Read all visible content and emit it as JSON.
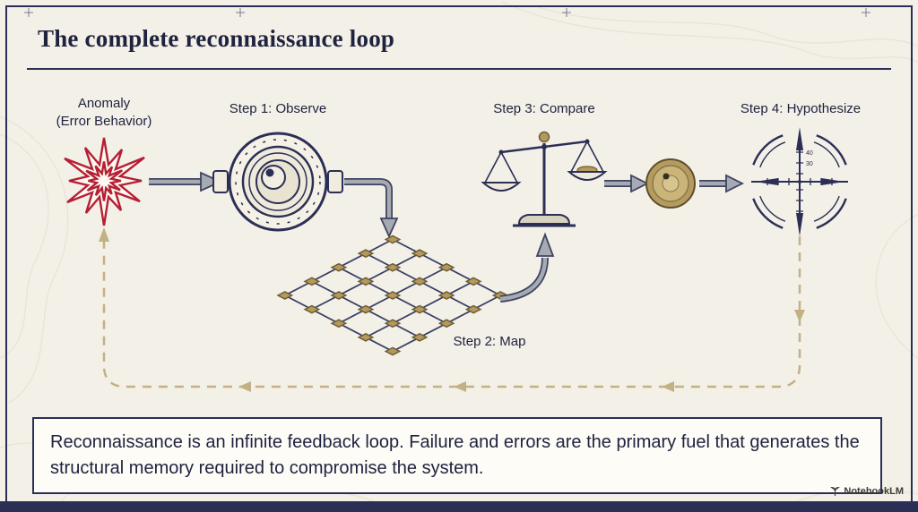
{
  "title": "The complete reconnaissance loop",
  "nodes": {
    "anomaly": {
      "line1": "Anomaly",
      "line2": "(Error Behavior)"
    },
    "step1": "Step 1: Observe",
    "step2": "Step 2: Map",
    "step3": "Step 3: Compare",
    "step4": "Step 4: Hypothesize"
  },
  "reticle_ticks": [
    "40",
    "30"
  ],
  "summary": "Reconnaissance is an infinite feedback loop. Failure and errors are the primary fuel that generates the structural memory required to compromise the system.",
  "footer": {
    "brand": "NotebookLM"
  },
  "colors": {
    "ink": "#2b2f55",
    "accent_red": "#b51f35",
    "gold": "#b3995d",
    "loop_tan": "#c3b183",
    "background": "#f3f0e8"
  },
  "icons": {
    "anomaly": "starburst-icon",
    "step1": "camera-lens-icon",
    "step2": "grid-net-icon",
    "step3": "balance-scale-icon",
    "dial": "dial-knob-icon",
    "step4": "crosshair-reticle-icon",
    "loop": "dashed-feedback-arrow"
  }
}
